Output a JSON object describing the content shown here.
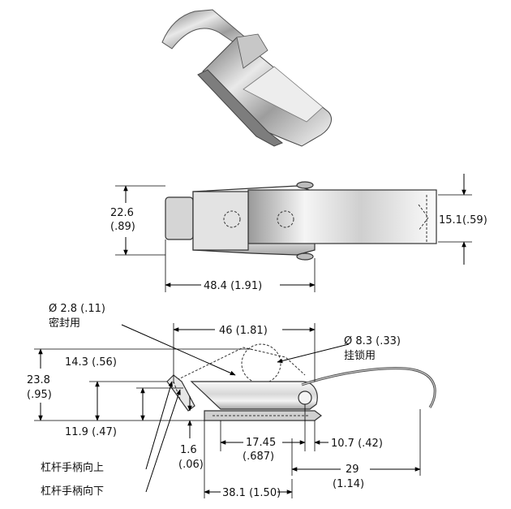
{
  "product_photo": {
    "subject": "stainless steel toggle latch"
  },
  "top_view": {
    "height_dim": "22.6",
    "height_dim_in": "(.89)",
    "tip_width_dim": "15.1(.59)",
    "length_dim": "48.4 (1.91)"
  },
  "side_view": {
    "seal_hole_dim": "Ø 2.8 (.11)",
    "seal_hole_label": "密封用",
    "pin_span_dim": "46 (1.81)",
    "padlock_hole_dim": "Ø 8.3 (.33)",
    "padlock_hole_label": "挂锁用",
    "lever_up_height": "14.3 (.56)",
    "overall_height": "23.8",
    "overall_height_in": "(.95)",
    "lever_down_height": "11.9 (.47)",
    "lever_up_label": "杠杆手柄向上",
    "lever_down_label": "杠杆手柄向下",
    "base_offset": "1.6",
    "base_offset_in": "(.06)",
    "hole_spacing": "17.45",
    "hole_spacing_in": "(.687)",
    "hook_offset": "10.7 (.42)",
    "hook_reach": "29",
    "hook_reach_in": "(1.14)",
    "base_length": "38.1 (1.50)"
  },
  "colors": {
    "steel_light": "#f2f2f2",
    "steel_mid": "#c9c9c9",
    "steel_dark": "#8a8a8a",
    "line": "#000000"
  }
}
